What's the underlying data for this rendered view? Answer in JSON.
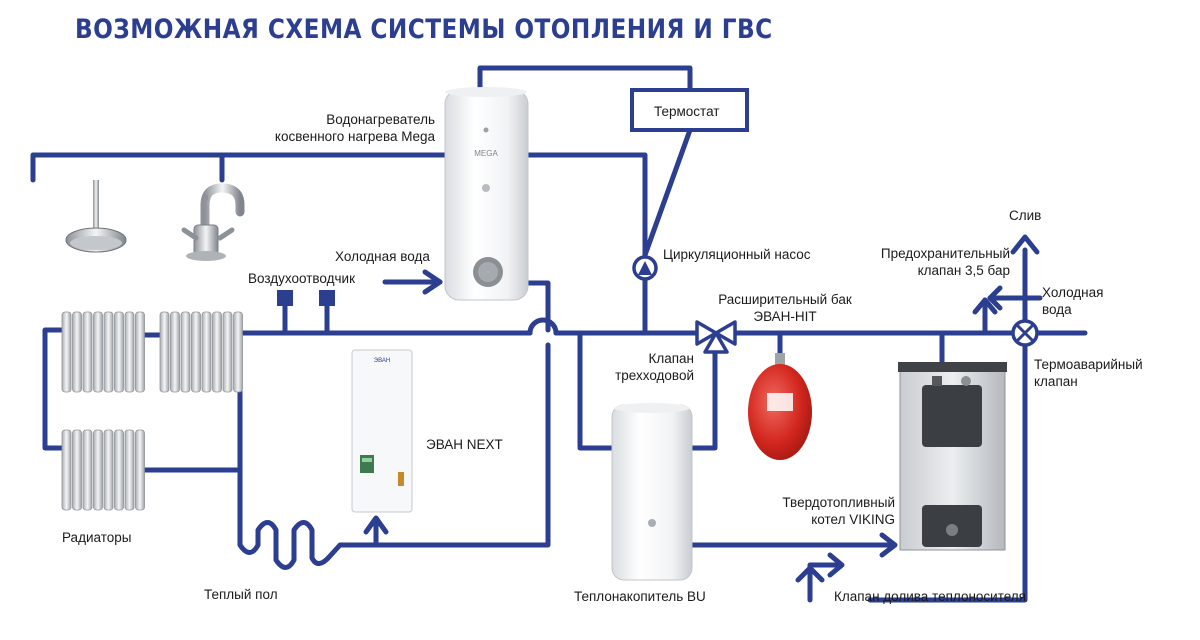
{
  "title": "ВОЗМОЖНАЯ СХЕМА СИСТЕМЫ ОТОПЛЕНИЯ И ГВС",
  "colors": {
    "pipe": "#2b3e90",
    "title": "#2b3e90",
    "tank": "#cf2a2a"
  },
  "labels": {
    "water_heater_line1": "Водонагреватель",
    "water_heater_line2": "косвенного нагрева Mega",
    "thermostat": "Термостат",
    "cold_water": "Холодная вода",
    "air_vent": "Воздухоотводчик",
    "circ_pump": "Циркуляционный насос",
    "drain": "Слив",
    "safety_valve_line1": "Предохранительный",
    "safety_valve_line2": "клапан 3,5 бар",
    "cold_water_right_line1": "Холодная",
    "cold_water_right_line2": "вода",
    "expansion_tank_line1": "Расширительный бак",
    "expansion_tank_line2": "ЭВАН-HIT",
    "three_way_valve_line1": "Клапан",
    "three_way_valve_line2": "трехходовой",
    "thermal_valve_line1": "Термоаварийный",
    "thermal_valve_line2": "клапан",
    "evan_next": "ЭВАН NEXT",
    "radiators": "Радиаторы",
    "solid_fuel_boiler_line1": "Твердотопливный",
    "solid_fuel_boiler_line2": "котел VIKING",
    "warm_floor": "Теплый пол",
    "heat_accumulator": "Теплонакопитель BU",
    "refill_valve": "Клапан долива теплоносителя",
    "heater_brand": "MEGA",
    "boiler_brand": "ЭВАН"
  },
  "icons": [
    "shower-head-icon",
    "faucet-icon",
    "radiator-icon",
    "pump-icon",
    "three-way-valve-icon",
    "expansion-tank-icon",
    "boiler-icon",
    "water-heater-icon",
    "heat-accumulator-icon",
    "electric-boiler-icon",
    "air-vent-icon",
    "thermal-valve-icon"
  ]
}
